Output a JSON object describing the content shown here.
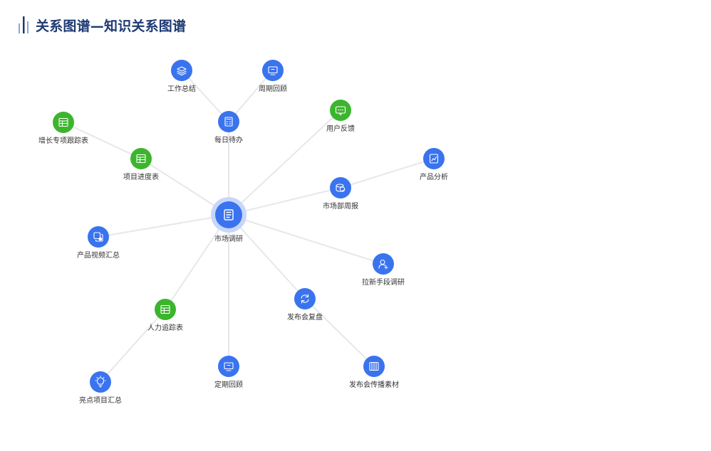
{
  "header": {
    "title": "关系图谱—知识关系图谱"
  },
  "colors": {
    "blue": "#3a73ee",
    "green": "#3cb52e",
    "center_halo": "#c8d6fa",
    "edge": "#e7e7ec",
    "title": "#1e3a73"
  },
  "diagram": {
    "center": "market-research",
    "nodes": [
      {
        "id": "market-research",
        "label": "市场调研",
        "color": "blue",
        "icon": "document-list-icon",
        "center": true
      },
      {
        "id": "daily-todo",
        "label": "每日待办",
        "color": "blue",
        "icon": "calculator-icon"
      },
      {
        "id": "work-summary",
        "label": "工作总结",
        "color": "blue",
        "icon": "layers-icon"
      },
      {
        "id": "periodic-review-top",
        "label": "周期回顾",
        "color": "blue",
        "icon": "monitor-icon"
      },
      {
        "id": "user-feedback",
        "label": "用户反馈",
        "color": "green",
        "icon": "chat-bubble-icon"
      },
      {
        "id": "market-weekly",
        "label": "市场部周报",
        "color": "blue",
        "icon": "coins-icon"
      },
      {
        "id": "product-analysis",
        "label": "产品分析",
        "color": "blue",
        "icon": "chart-doc-icon"
      },
      {
        "id": "growth-tracker",
        "label": "增长专项跟踪表",
        "color": "green",
        "icon": "table-icon"
      },
      {
        "id": "project-progress",
        "label": "项目进度表",
        "color": "green",
        "icon": "table-icon"
      },
      {
        "id": "product-video",
        "label": "产品视频汇总",
        "color": "blue",
        "icon": "video-copy-icon"
      },
      {
        "id": "acquisition-research",
        "label": "拉新手段调研",
        "color": "blue",
        "icon": "add-user-icon"
      },
      {
        "id": "launch-review",
        "label": "发布会复盘",
        "color": "blue",
        "icon": "refresh-icon"
      },
      {
        "id": "launch-materials",
        "label": "发布会传播素材",
        "color": "blue",
        "icon": "books-icon"
      },
      {
        "id": "manpower-tracker",
        "label": "人力追踪表",
        "color": "green",
        "icon": "table-icon"
      },
      {
        "id": "periodic-review-bottom",
        "label": "定期回顾",
        "color": "blue",
        "icon": "monitor-icon"
      },
      {
        "id": "highlight-projects",
        "label": "亮点项目汇总",
        "color": "blue",
        "icon": "lightbulb-icon"
      }
    ],
    "edges": [
      [
        "market-research",
        "daily-todo"
      ],
      [
        "daily-todo",
        "work-summary"
      ],
      [
        "daily-todo",
        "periodic-review-top"
      ],
      [
        "market-research",
        "user-feedback"
      ],
      [
        "market-research",
        "market-weekly"
      ],
      [
        "market-weekly",
        "product-analysis"
      ],
      [
        "market-research",
        "project-progress"
      ],
      [
        "project-progress",
        "growth-tracker"
      ],
      [
        "market-research",
        "product-video"
      ],
      [
        "market-research",
        "acquisition-research"
      ],
      [
        "market-research",
        "launch-review"
      ],
      [
        "launch-review",
        "launch-materials"
      ],
      [
        "market-research",
        "manpower-tracker"
      ],
      [
        "manpower-tracker",
        "highlight-projects"
      ],
      [
        "market-research",
        "periodic-review-bottom"
      ]
    ]
  }
}
